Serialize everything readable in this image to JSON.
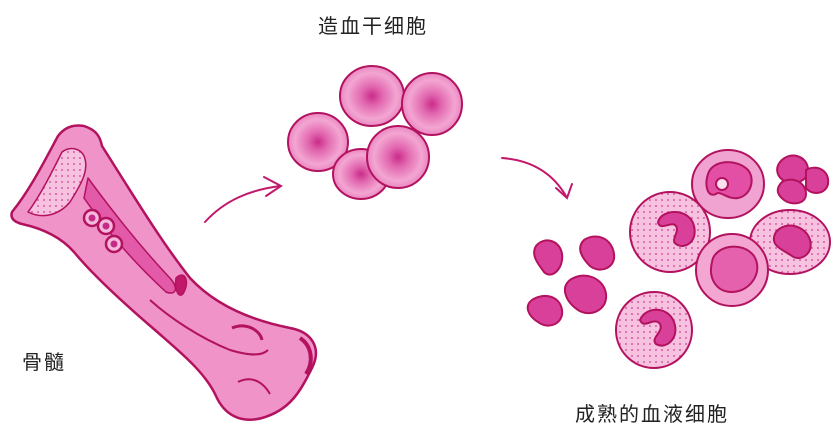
{
  "labels": {
    "stem_cells": "造血干细胞",
    "bone_marrow": "骨髓",
    "mature_cells": "成熟的血液细胞"
  },
  "colors": {
    "outline": "#c2186b",
    "fill": "#ee8cc4",
    "fill_light": "#f6b8dc",
    "fill_dark": "#d9409a",
    "nucleus": "#c42a86",
    "arrow": "#c2186b"
  },
  "icons": [
    "bone-icon",
    "stem-cell-icon",
    "red-blood-cell-icon",
    "white-blood-cell-icon",
    "platelet-icon",
    "arrow-icon"
  ]
}
